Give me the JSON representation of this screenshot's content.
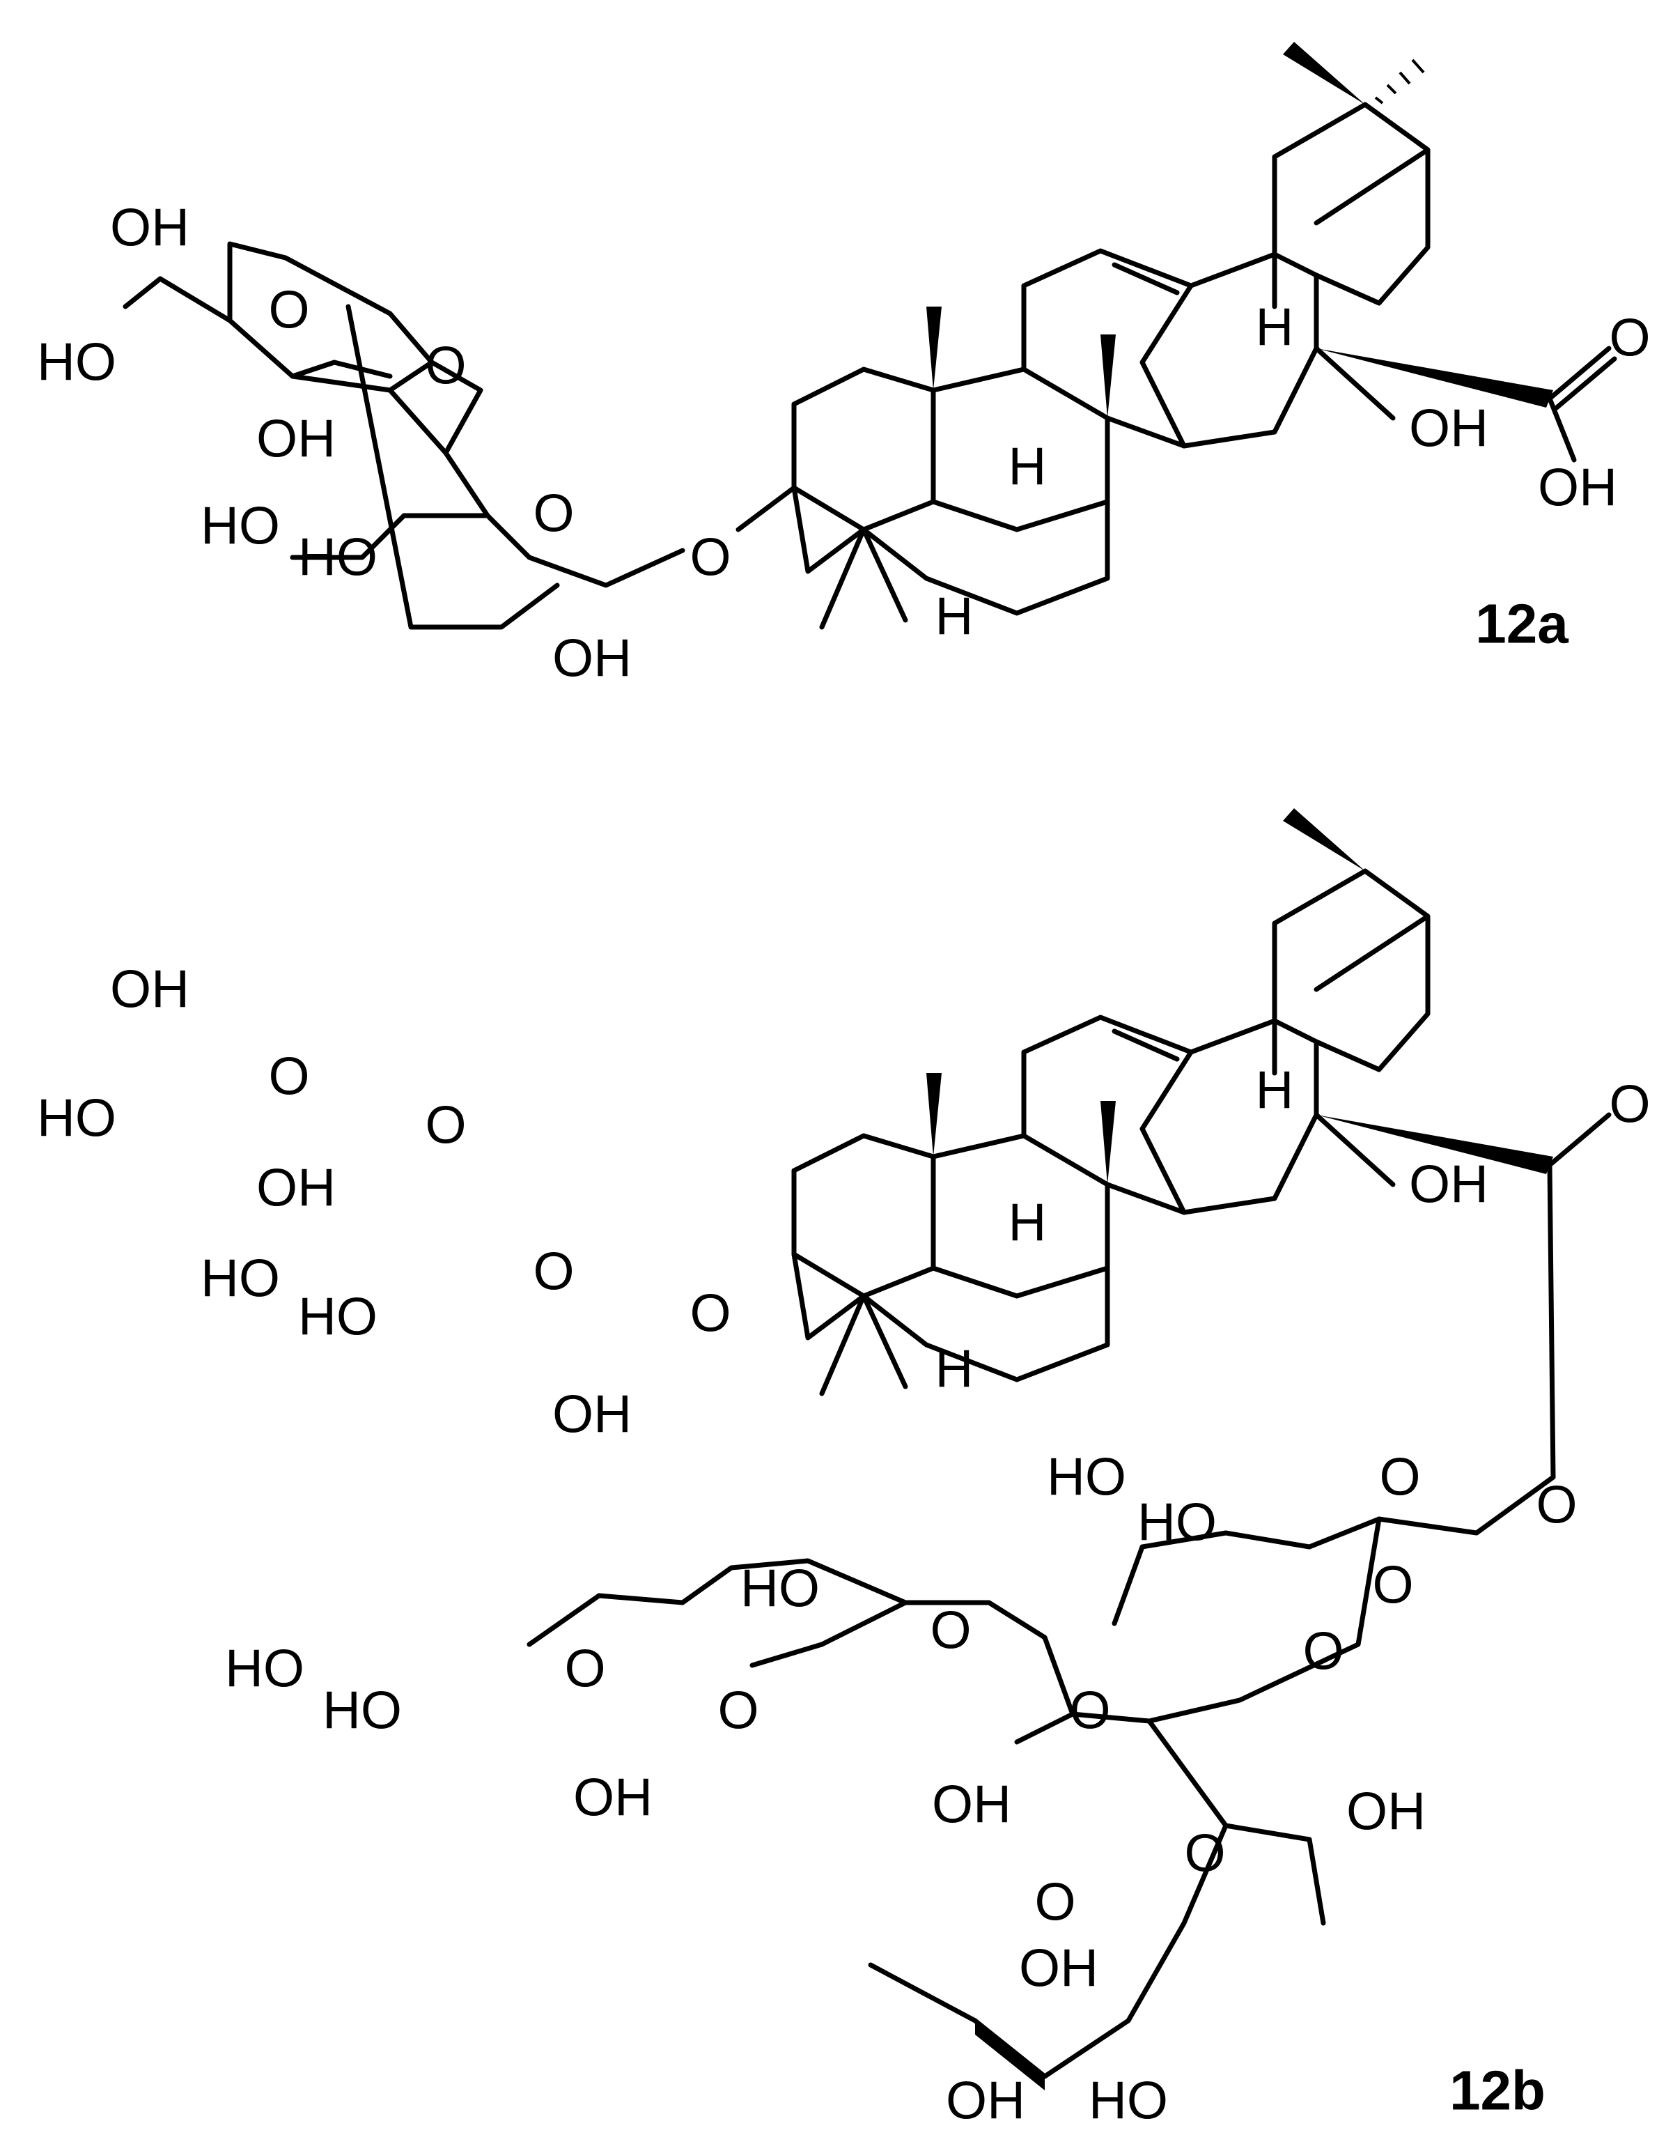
{
  "compound_a": {
    "label": "12a"
  },
  "compound_b": {
    "label": "12b"
  },
  "atoms": {
    "oh": "OH",
    "ho": "HO",
    "o": "O",
    "h": "H"
  }
}
